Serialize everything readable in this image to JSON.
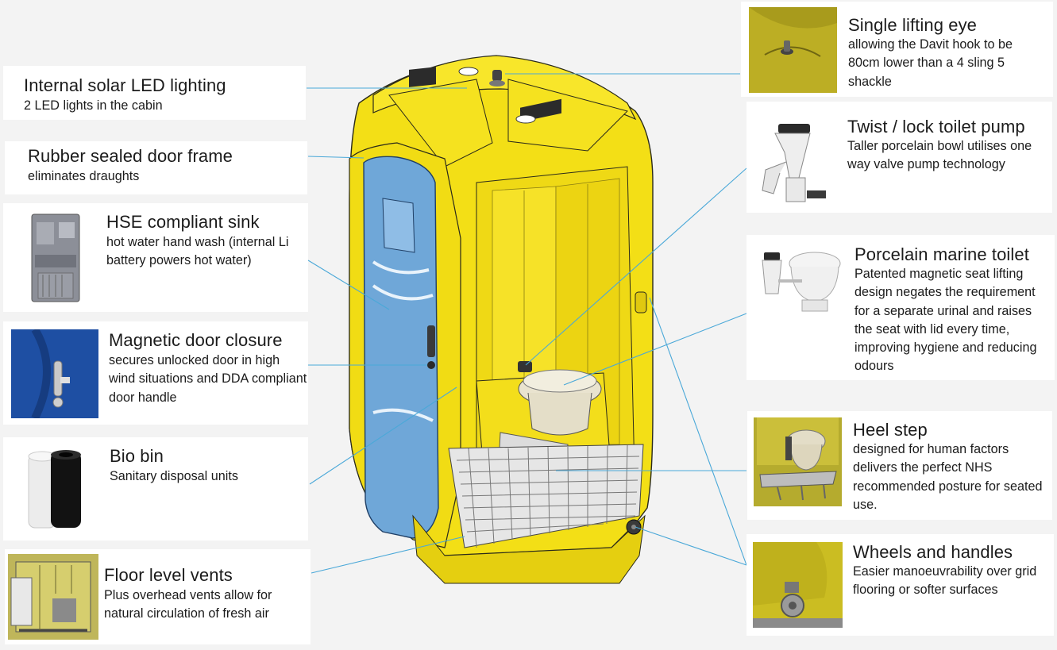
{
  "colors": {
    "leader_line": "#4aa8d8",
    "cabin_yellow": "#f7e51c",
    "door_blue": "#6fa7d8",
    "background": "#f3f3f3",
    "card": "#ffffff"
  },
  "features": {
    "solar": {
      "title": "Internal solar LED lighting",
      "desc": "2 LED lights in the cabin"
    },
    "door_frame": {
      "title": "Rubber sealed door frame",
      "desc": "eliminates draughts"
    },
    "sink": {
      "title": "HSE compliant sink",
      "desc": "hot water hand wash (internal Li battery powers hot water)"
    },
    "magnetic": {
      "title": "Magnetic door closure",
      "desc": "secures unlocked door in high wind situations and DDA compliant door handle"
    },
    "bin": {
      "title": "Bio bin",
      "desc": "Sanitary disposal units"
    },
    "vents": {
      "title": "Floor level vents",
      "desc": "Plus overhead vents allow for natural circulation of fresh air"
    },
    "lifting_eye": {
      "title": "Single lifting eye",
      "desc": "allowing the Davit hook to be 80cm lower than a 4 sling 5 shackle"
    },
    "pump": {
      "title": "Twist / lock toilet pump",
      "desc": "Taller porcelain bowl  utilises one way valve pump technology"
    },
    "toilet": {
      "title": "Porcelain marine toilet",
      "desc": "Patented magnetic seat lifting design negates the requirement for a separate urinal and raises the seat with lid every time, improving hygiene and reducing odours"
    },
    "heel_step": {
      "title": "Heel step",
      "desc": "designed for human factors delivers the perfect NHS recommended posture for seated use."
    },
    "wheels": {
      "title": "Wheels and handles",
      "desc": "Easier manoeuvrability over grid flooring or softer surfaces"
    }
  }
}
